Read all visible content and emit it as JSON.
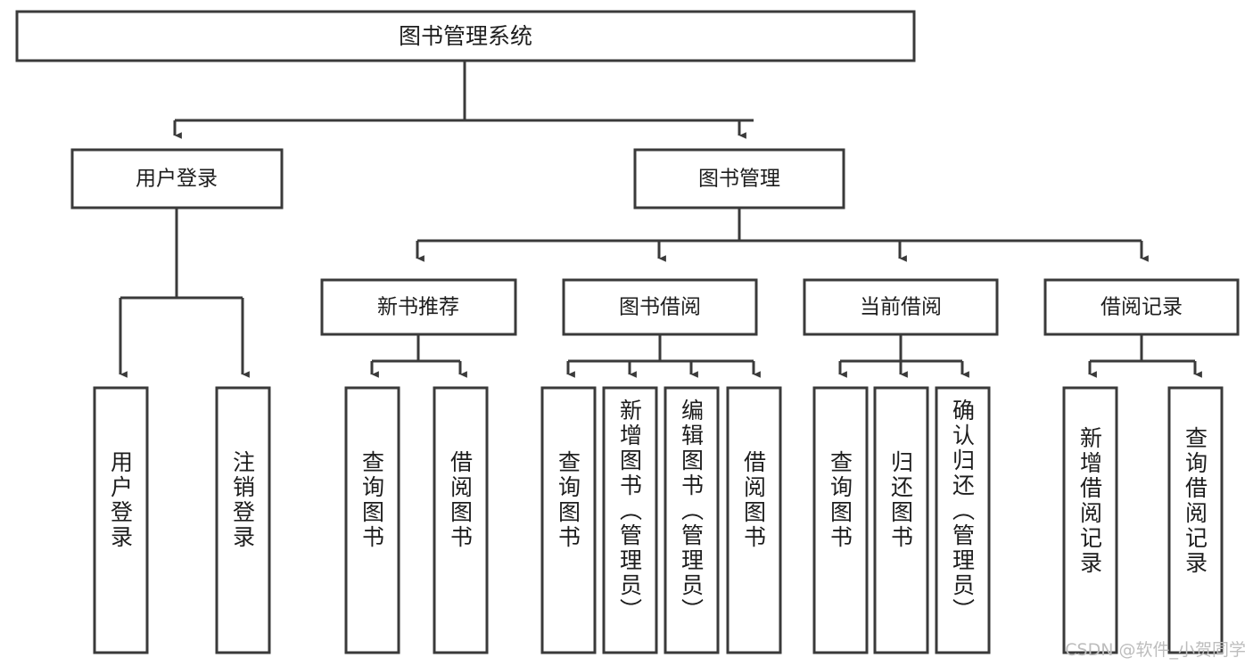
{
  "diagram": {
    "type": "tree-hierarchy-chart",
    "title": "图书管理系统",
    "background_color": "#ffffff",
    "stroke_color": "#3a3a3a",
    "text_color": "#1d1d1d",
    "root": {
      "label": "图书管理系统"
    },
    "level2": [
      {
        "label": "用户登录"
      },
      {
        "label": "图书管理"
      }
    ],
    "level3": [
      {
        "label": "新书推荐"
      },
      {
        "label": "图书借阅"
      },
      {
        "label": "当前借阅"
      },
      {
        "label": "借阅记录"
      }
    ],
    "leaves": {
      "user_login": [
        {
          "label": "用户登录"
        },
        {
          "label": "注销登录"
        }
      ],
      "new_book_recommend": [
        {
          "label": "查询图书"
        },
        {
          "label": "借阅图书"
        }
      ],
      "book_borrow": [
        {
          "label": "查询图书"
        },
        {
          "label": "新增图书（管理员）"
        },
        {
          "label": "编辑图书（管理员）"
        },
        {
          "label": "借阅图书"
        }
      ],
      "current_borrow": [
        {
          "label": "查询图书"
        },
        {
          "label": "归还图书"
        },
        {
          "label": "确认归还（管理员）"
        }
      ],
      "borrow_record": [
        {
          "label": "新增借阅记录"
        },
        {
          "label": "查询借阅记录"
        }
      ]
    }
  },
  "watermark": {
    "text": "CSDN @软件_小贺同学"
  }
}
